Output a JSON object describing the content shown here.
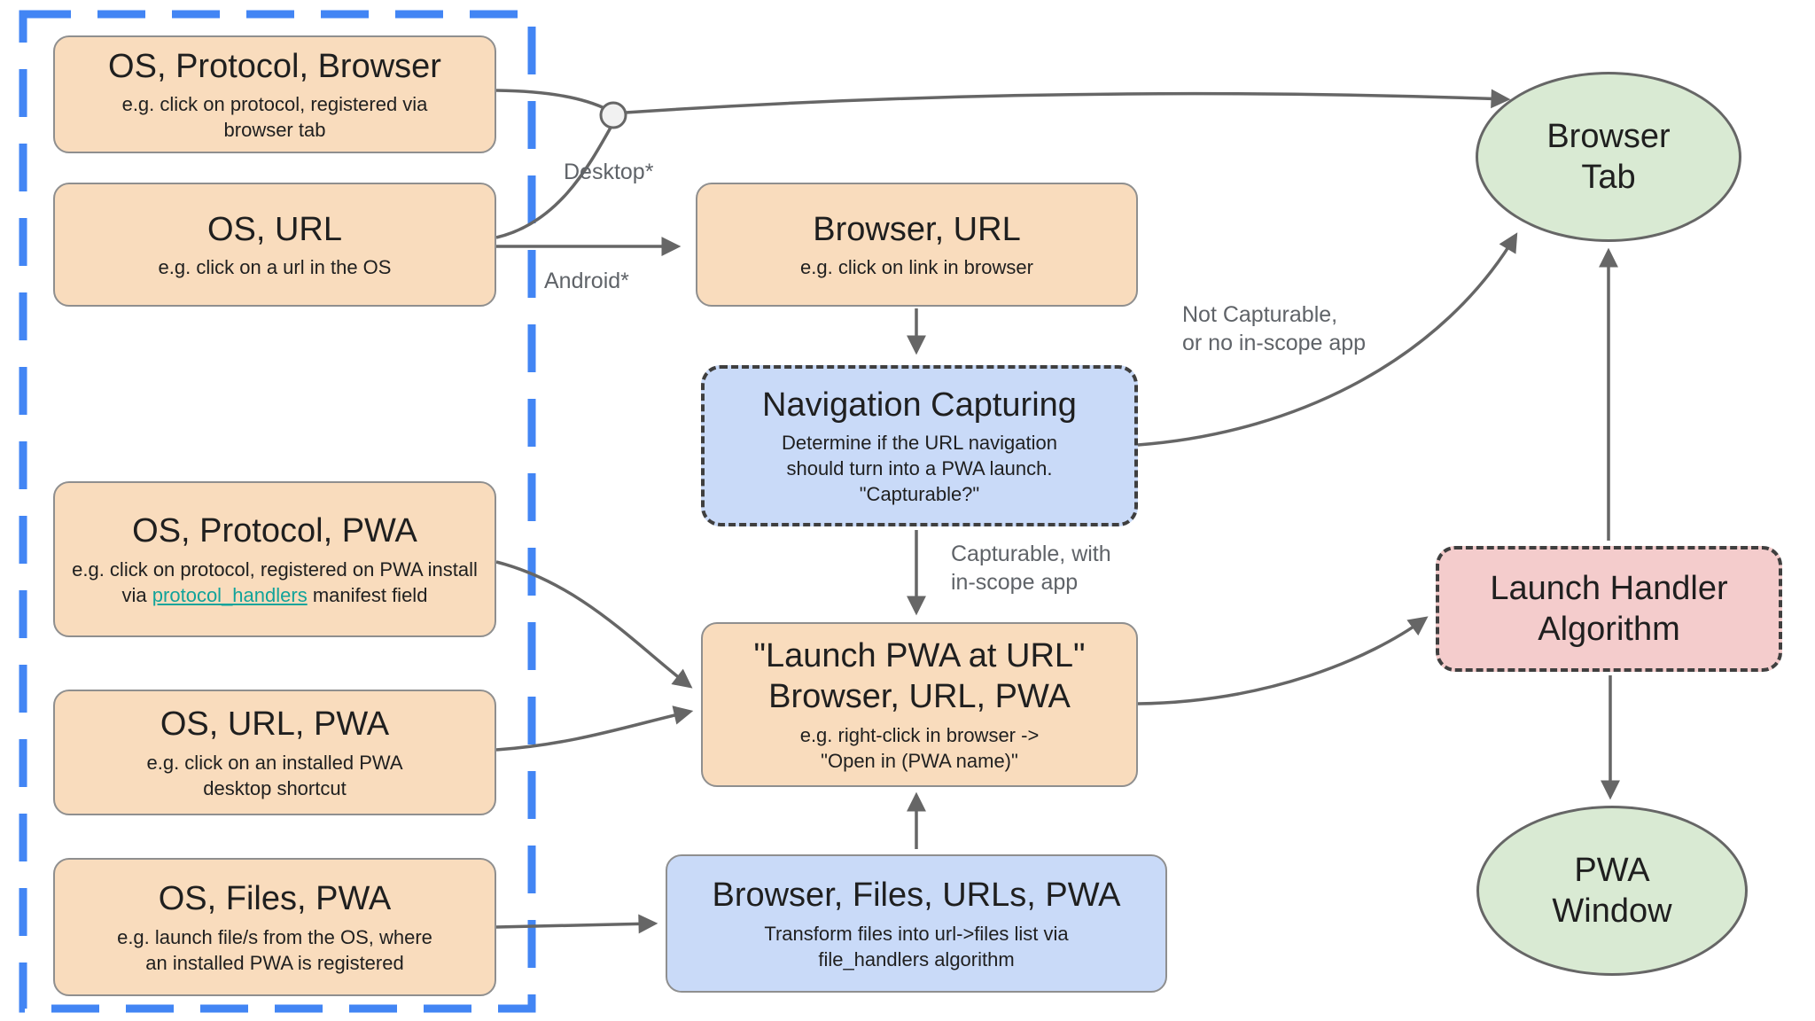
{
  "colors": {
    "frame": "#4285f4",
    "arrow": "#666666",
    "orange_fill": "#f9dcbd",
    "blue_fill": "#c9daf8",
    "green_fill": "#d9ead3",
    "pink_fill": "#f4cccc",
    "link": "#12a39a"
  },
  "nodes": {
    "os_protocol_browser": {
      "title": "OS, Protocol, Browser",
      "subtitle": "e.g. click on protocol, registered via\nbrowser tab"
    },
    "os_url": {
      "title": "OS, URL",
      "subtitle": "e.g. click on a url in the OS"
    },
    "os_protocol_pwa": {
      "title": "OS, Protocol, PWA",
      "subtitle_before": "e.g. click on protocol, registered on PWA install via ",
      "link": "protocol_handlers",
      "subtitle_after": " manifest field"
    },
    "os_url_pwa": {
      "title": "OS, URL, PWA",
      "subtitle": "e.g. click on an installed PWA\ndesktop shortcut"
    },
    "os_files_pwa": {
      "title": "OS, Files, PWA",
      "subtitle": "e.g. launch file/s from the OS, where\nan installed PWA is registered"
    },
    "browser_url": {
      "title": "Browser, URL",
      "subtitle": "e.g. click on link in browser"
    },
    "navigation_capturing": {
      "title": "Navigation Capturing",
      "subtitle": "Determine if the URL navigation\nshould turn into a PWA launch.\n\"Capturable?\""
    },
    "launch_pwa_at_url": {
      "title": "\"Launch PWA at URL\"\nBrowser, URL, PWA",
      "subtitle": "e.g. right-click in browser ->\n\"Open in (PWA name)\""
    },
    "browser_files_urls_pwa": {
      "title": "Browser, Files, URLs, PWA",
      "subtitle": "Transform files into url->files list via\nfile_handlers algorithm"
    },
    "browser_tab": {
      "title": "Browser\nTab"
    },
    "launch_handler": {
      "title": "Launch Handler\nAlgorithm"
    },
    "pwa_window": {
      "title": "PWA\nWindow"
    }
  },
  "edge_labels": {
    "desktop": "Desktop*",
    "android": "Android*",
    "not_capturable": "Not Capturable,\nor no in-scope app",
    "capturable": "Capturable, with\nin-scope app"
  }
}
